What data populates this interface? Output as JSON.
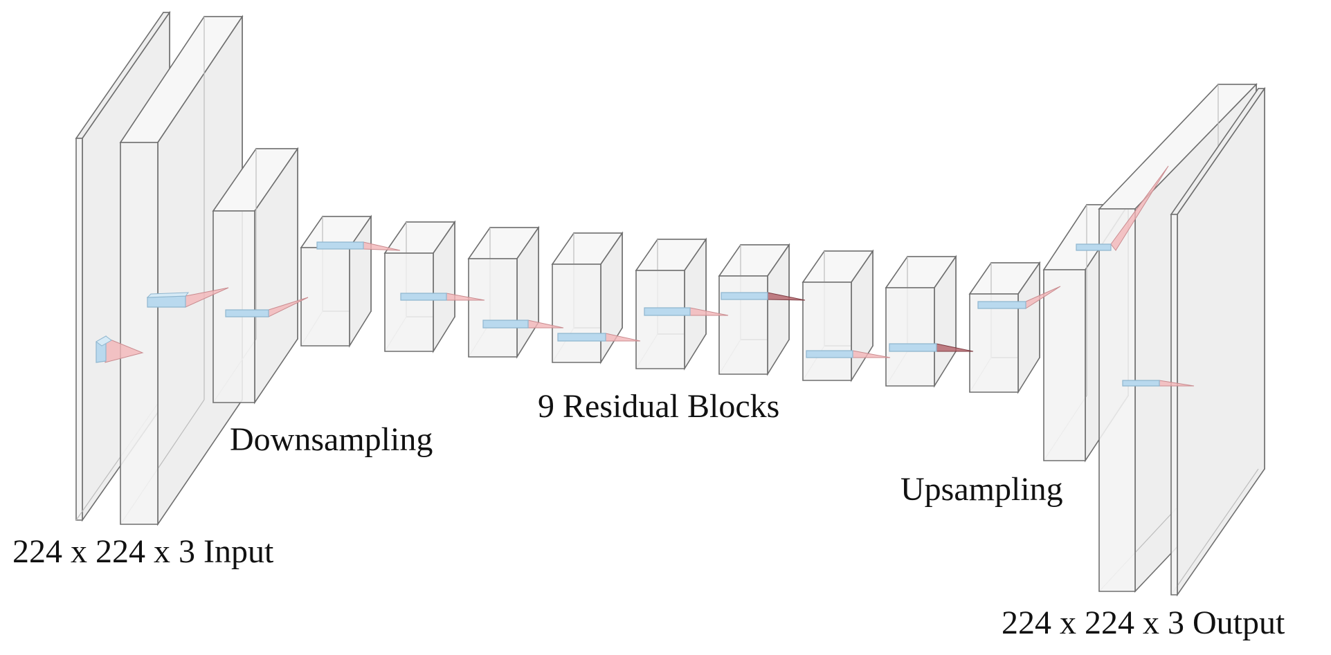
{
  "labels": {
    "input": "224 x 224 x 3 Input",
    "downsampling": "Downsampling",
    "residual": "9 Residual Blocks",
    "upsampling": "Upsampling",
    "output": "224 x 224 x 3 Output"
  },
  "colors": {
    "slab_fill": "#f2f2f2",
    "slab_stroke": "#6f6f6f",
    "kernel_blue": "#b9d9ee",
    "kernel_red": "#f3b5b8"
  }
}
